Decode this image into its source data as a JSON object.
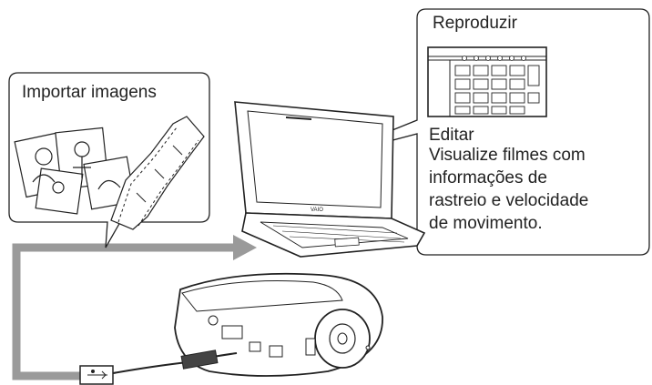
{
  "callouts": {
    "import": {
      "label": "Importar imagens"
    },
    "playback": {
      "title": "Reproduzir",
      "edit_label": "Editar",
      "description_lines": [
        "Visualize filmes com",
        "informações de",
        "rastreio e velocidade",
        "de movimento."
      ]
    }
  },
  "laptop": {
    "brand": "VAIO"
  },
  "icons": [
    "photos-icon",
    "film-strip-icon",
    "laptop-icon",
    "camera-icon",
    "usb-plug-icon",
    "arrow-icon",
    "playback-window-icon"
  ],
  "colors": {
    "arrow": "#9a9a9a",
    "stroke": "#222222",
    "background": "#ffffff"
  }
}
